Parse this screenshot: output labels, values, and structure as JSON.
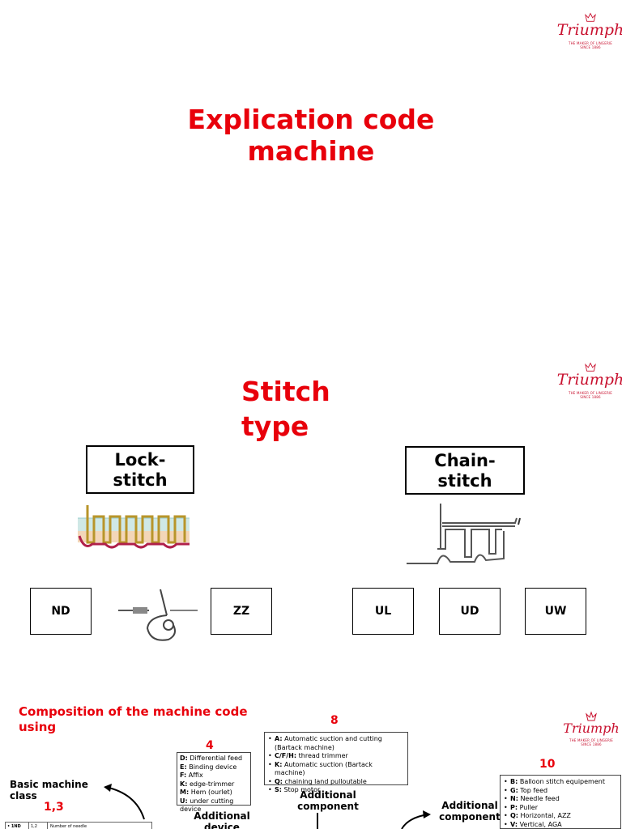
{
  "brand": {
    "wordmark": "Triumph",
    "tagline": "THE MAKER OF LINGERIE\nSINCE 1886",
    "color": "#c8102e"
  },
  "slide1": {
    "title_line1": "Explication code",
    "title_line2": "machine"
  },
  "slide2": {
    "title_line1": "Stitch",
    "title_line2": "type",
    "lockstitch_label_1": "Lock-",
    "lockstitch_label_2": "stitch",
    "chainstitch_label_1": "Chain-",
    "chainstitch_label_2": "stitch",
    "codes_left": [
      "ND",
      "ZZ"
    ],
    "codes_right": [
      "UL",
      "UD",
      "UW"
    ]
  },
  "slide3": {
    "title_line1": "Composition of the machine code",
    "title_line2": "using",
    "num_8": "8",
    "num_4": "4",
    "num_10": "10",
    "num_13": "1,3",
    "basic_label_1": "Basic machine",
    "basic_label_2": "class",
    "additional_device_1": "Additional",
    "additional_device_2": "device",
    "additional_component_a_1": "Additional",
    "additional_component_a_2": "component",
    "additional_component_b_1": "Additional",
    "additional_component_b_2": "component",
    "device_box": [
      {
        "k": "D:",
        "v": " Differential feed"
      },
      {
        "k": "E:",
        "v": " Binding device"
      },
      {
        "k": "F:",
        "v": " Affix"
      },
      {
        "k": "K:",
        "v": " edge-trimmer"
      },
      {
        "k": "M:",
        "v": " Hem (ourlet)"
      },
      {
        "k": "U:",
        "v": " under cutting device"
      }
    ],
    "component_box_a": [
      {
        "k": "A:",
        "v": " Automatic suction and cutting (Bartack machine)"
      },
      {
        "k": "C/F/H:",
        "v": " thread trimmer"
      },
      {
        "k": "K:",
        "v": " Automatic suction (Bartack machine)"
      },
      {
        "k": "Q:",
        "v": " chaining land pulloutable"
      },
      {
        "k": "S:",
        "v": " Stop motor"
      }
    ],
    "component_box_b": [
      {
        "k": "B:",
        "v": " Balloon stitch equipement"
      },
      {
        "k": "G:",
        "v": " Top feed"
      },
      {
        "k": "N:",
        "v": " Needle feed"
      },
      {
        "k": "P:",
        "v": " Puller"
      },
      {
        "k": "Q:",
        "v": "  Horizontal, AZZ"
      },
      {
        "k": "V:",
        "v": " Vertical, AGA"
      }
    ],
    "table_fragment": {
      "c1": "• 1ND",
      "c2": "1,2",
      "c3": "Number of needle"
    }
  }
}
